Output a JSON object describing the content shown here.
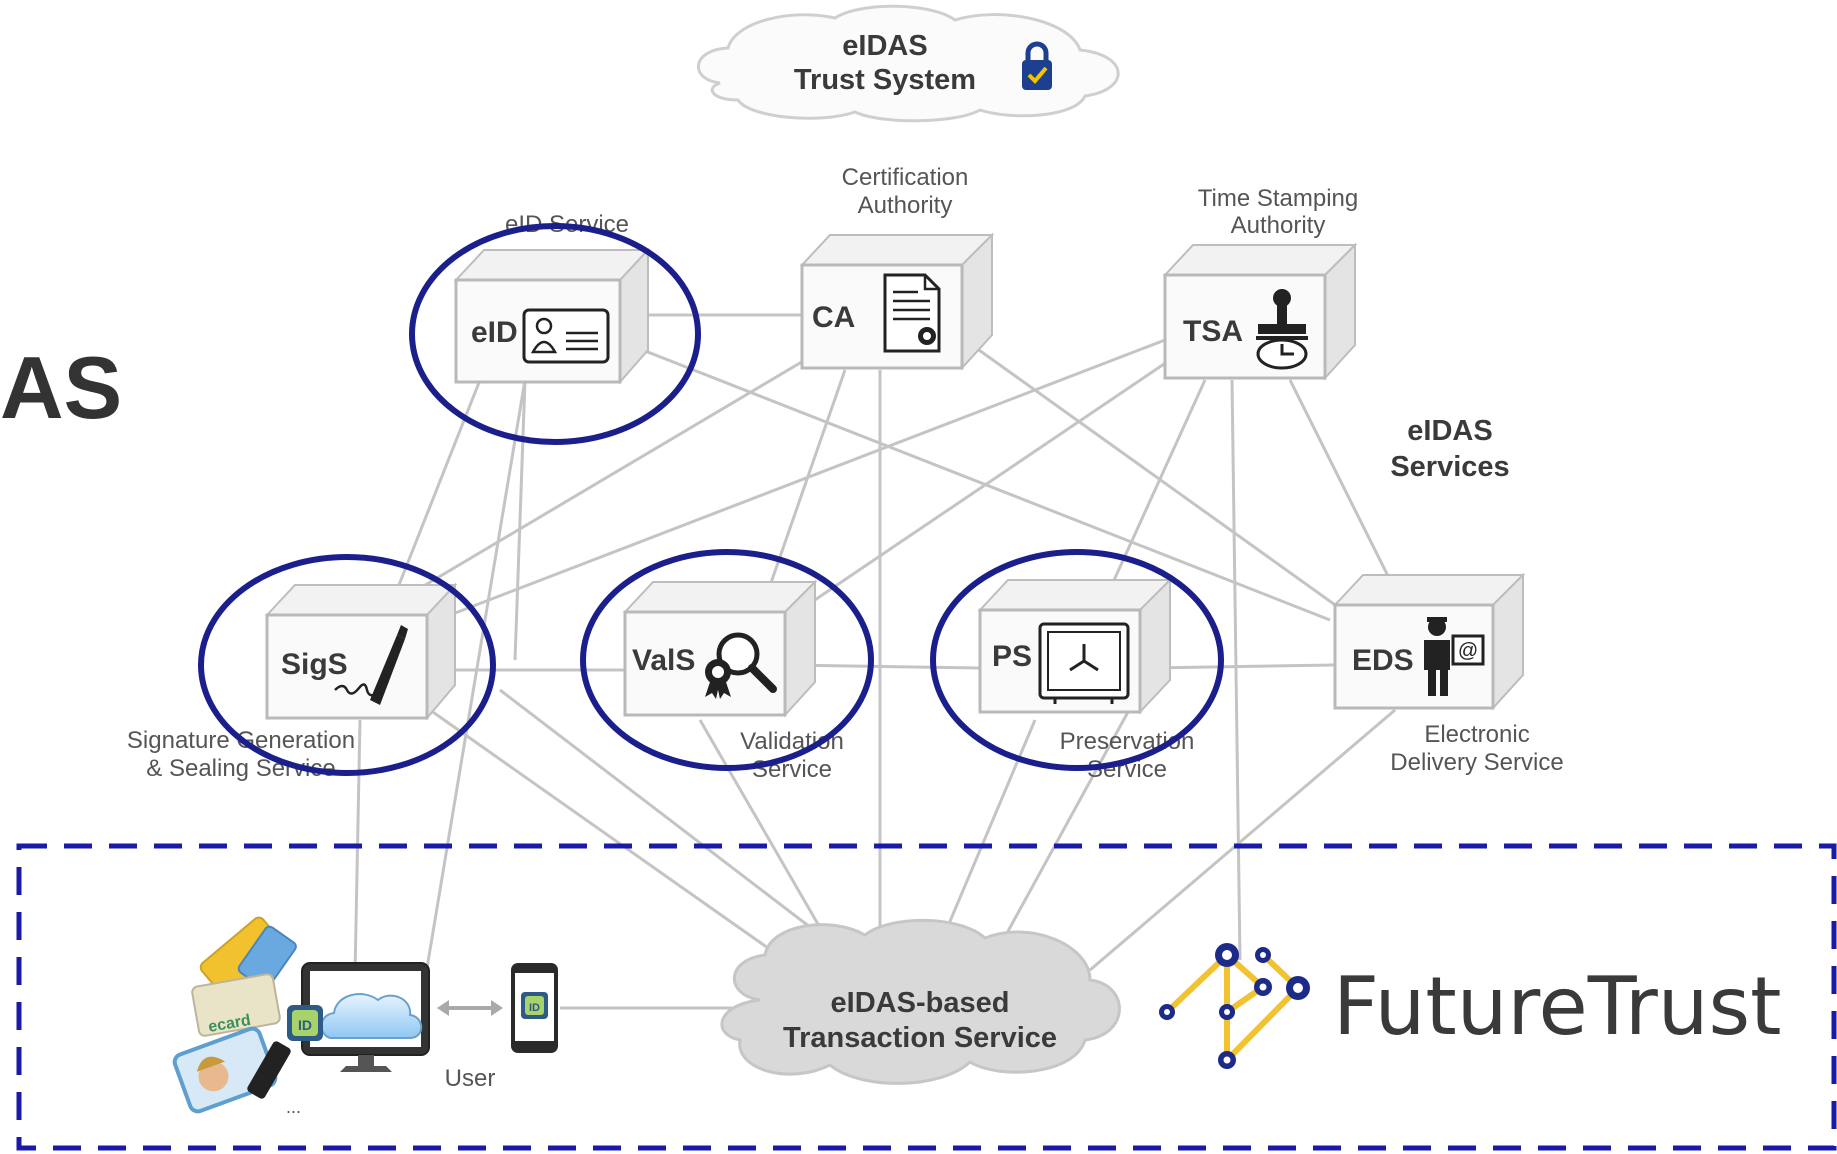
{
  "side_text": "AS",
  "trust_system": {
    "line1": "eIDAS",
    "line2": "Trust System"
  },
  "services_label": {
    "line1": "eIDAS",
    "line2": "Services"
  },
  "nodes": {
    "eid": {
      "code": "eID",
      "caption": [
        "eID Service"
      ]
    },
    "ca": {
      "code": "CA",
      "caption": [
        "Certification",
        "Authority"
      ]
    },
    "tsa": {
      "code": "TSA",
      "caption": [
        "Time Stamping",
        "Authority"
      ]
    },
    "sigs": {
      "code": "SigS",
      "caption": [
        "Signature Generation",
        "& Sealing Service"
      ]
    },
    "vals": {
      "code": "ValS",
      "caption": [
        "Validation",
        "Service"
      ]
    },
    "ps": {
      "code": "PS",
      "caption": [
        "Preservation",
        "Service"
      ]
    },
    "eds": {
      "code": "EDS",
      "caption": [
        "Electronic",
        "Delivery Service"
      ]
    }
  },
  "transaction": {
    "line1": "eIDAS-based",
    "line2": "Transaction Service"
  },
  "user_label": "User",
  "ellipsis": "...",
  "id_badge": "ID",
  "card_text": "ecard",
  "brand": "FutureTrust",
  "colors": {
    "highlight": "#1a1f8c",
    "dashed_frame": "#1a1aa8",
    "connector": "#c4c4c4",
    "cube_face": "#fafafa",
    "cube_edge": "#b9b9b9",
    "cloud_fill": "#d9d9d9",
    "brand_text": "#3a3a3a",
    "brand_accent": "#f2c230",
    "brand_dot": "#1c2a8a"
  },
  "highlighted_nodes": [
    "eid",
    "sigs",
    "vals",
    "ps"
  ]
}
